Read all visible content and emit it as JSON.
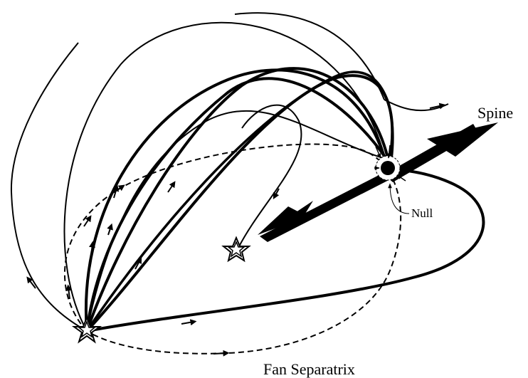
{
  "labels": {
    "spine": "Spine",
    "null": "Null",
    "fan": "Fan Separatrix"
  },
  "colors": {
    "ink": "#000000",
    "background": "#ffffff"
  },
  "markers": {
    "sources": [
      "star-marker",
      "star-marker"
    ],
    "null_point": "filled-circle"
  }
}
